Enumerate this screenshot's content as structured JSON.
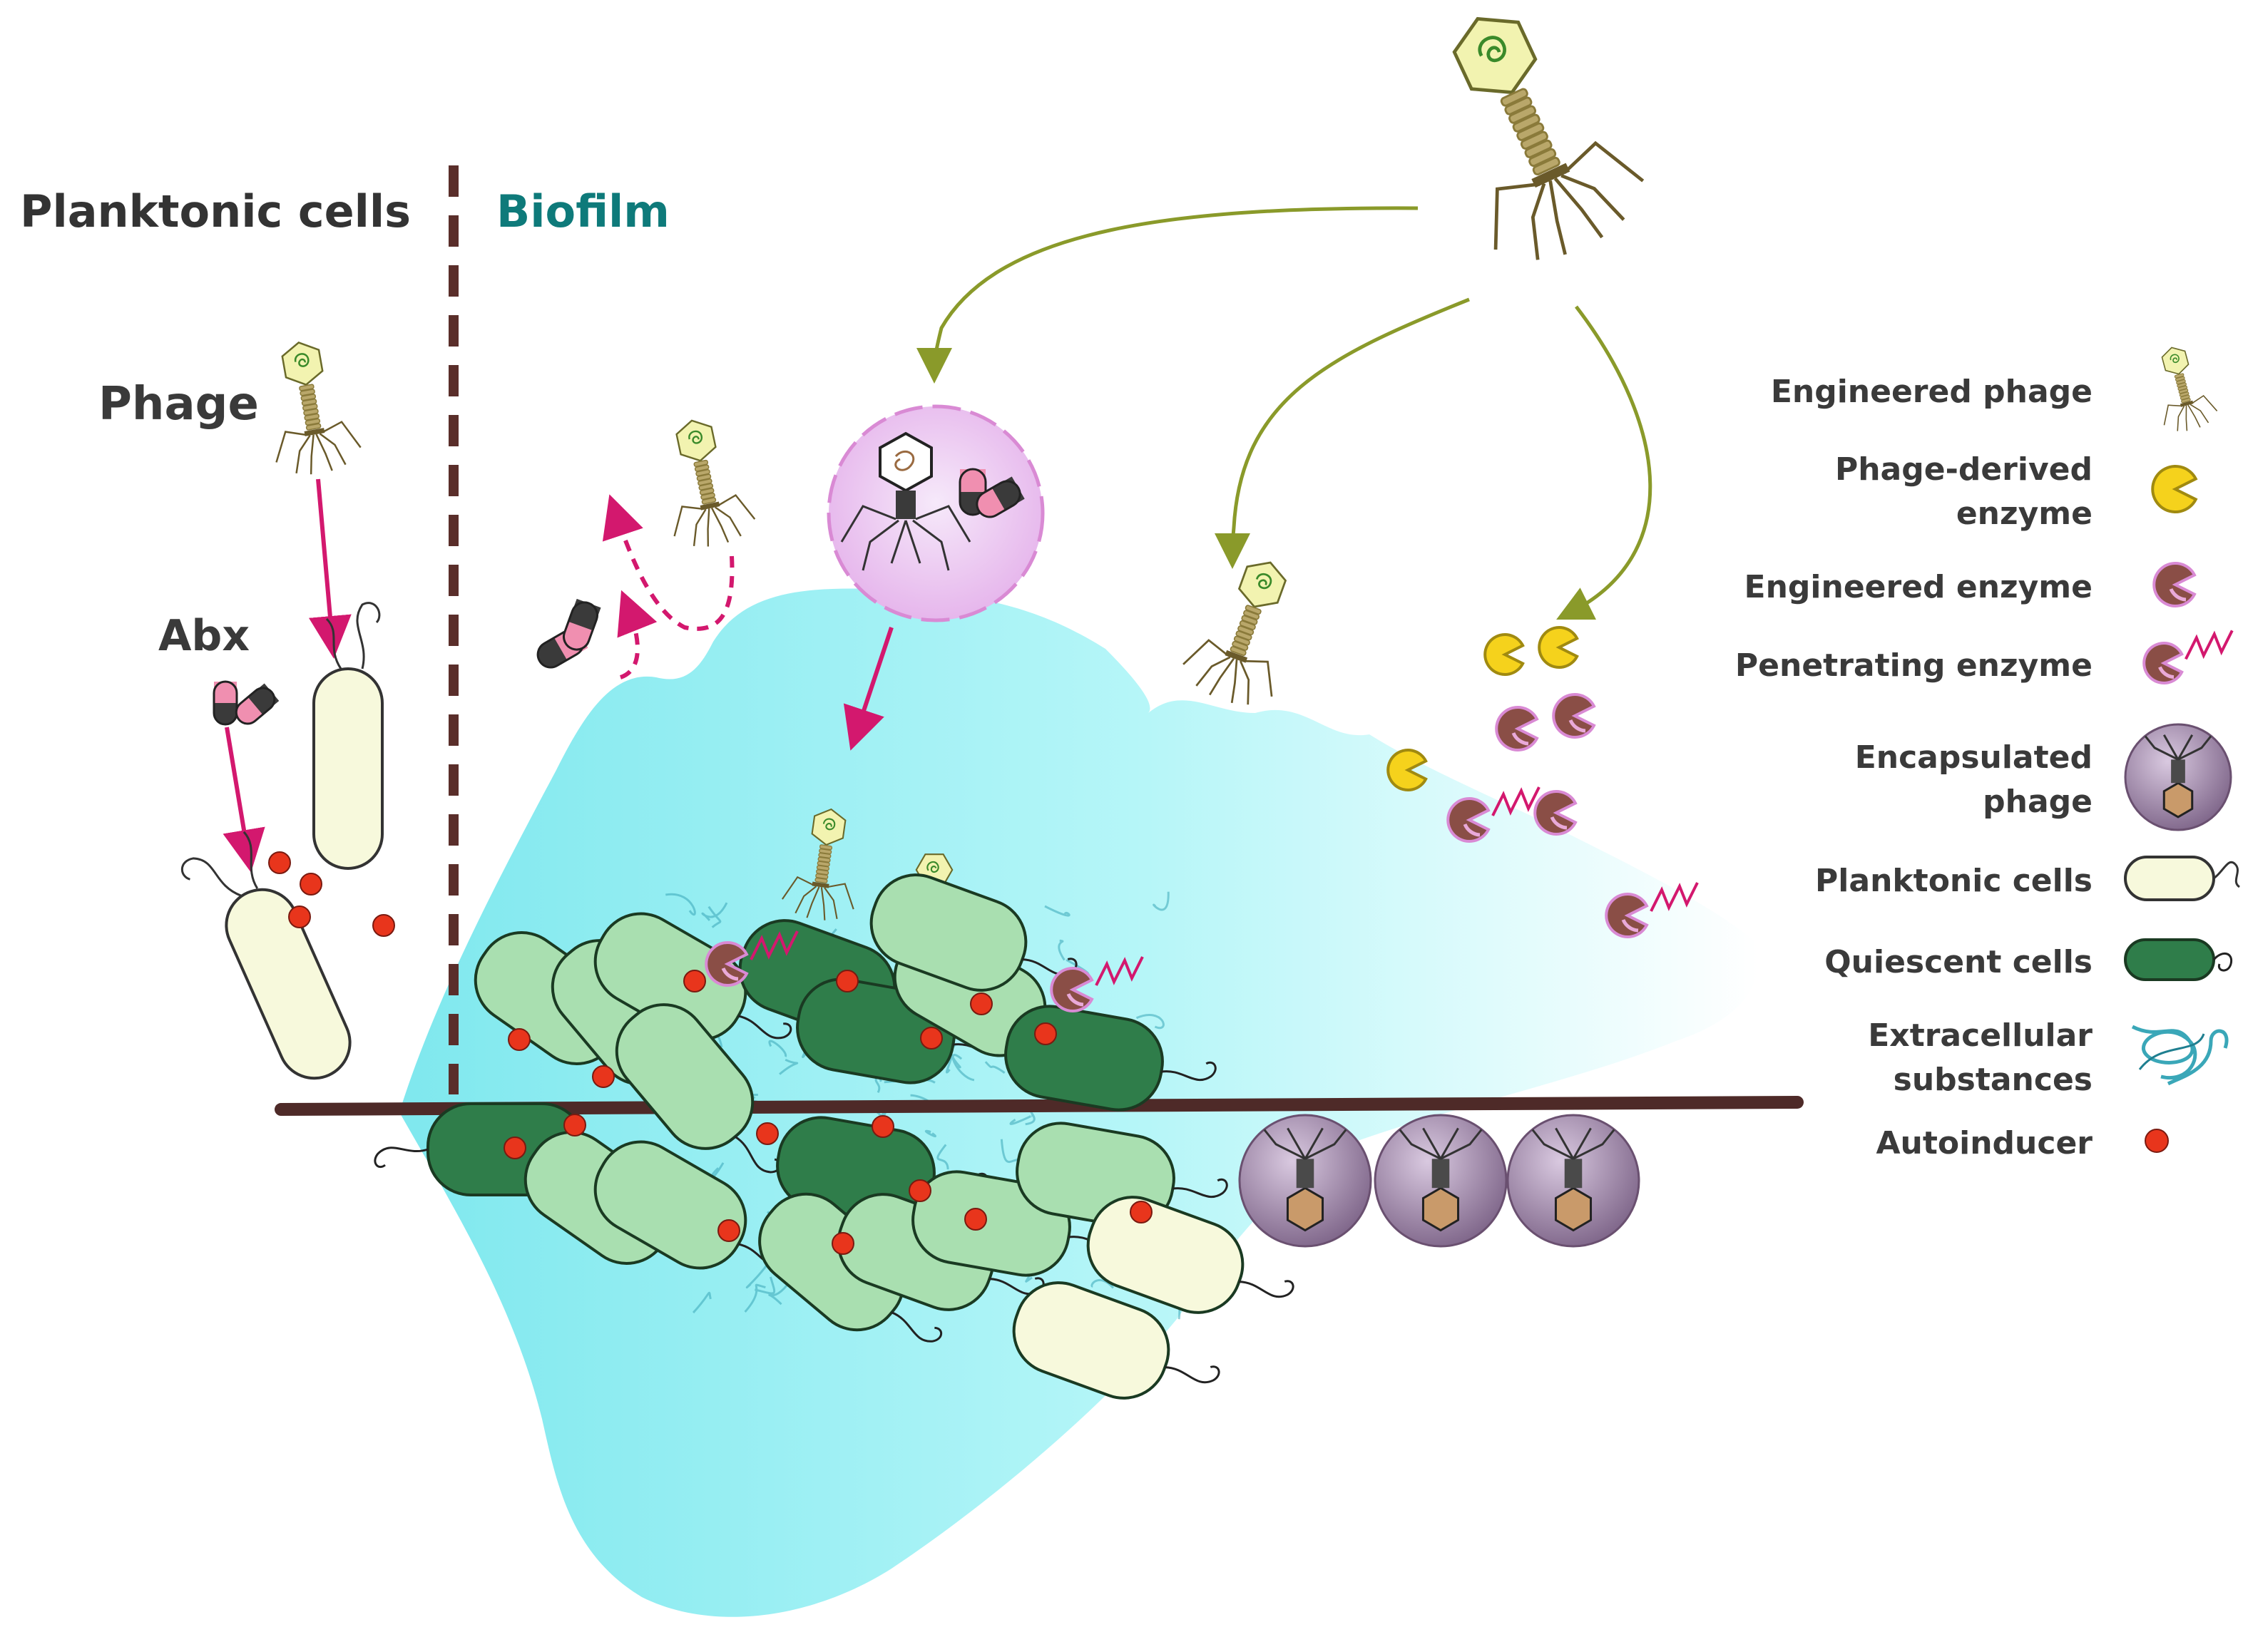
{
  "labels": {
    "planktonic_header": "Planktonic cells",
    "biofilm_header": "Biofilm",
    "phage": "Phage",
    "abx": "Abx"
  },
  "legend": [
    {
      "id": "engineered-phage",
      "lines": [
        "Engineered phage"
      ],
      "icon": "engineered-phage-icon"
    },
    {
      "id": "phage-derived-enzyme",
      "lines": [
        "Phage-derived",
        "enzyme"
      ],
      "icon": "phage-derived-enzyme-icon"
    },
    {
      "id": "engineered-enzyme",
      "lines": [
        "Engineered enzyme"
      ],
      "icon": "engineered-enzyme-icon"
    },
    {
      "id": "penetrating-enzyme",
      "lines": [
        "Penetrating enzyme"
      ],
      "icon": "penetrating-enzyme-icon"
    },
    {
      "id": "encapsulated-phage",
      "lines": [
        "Encapsulated",
        "phage"
      ],
      "icon": "encapsulated-phage-icon"
    },
    {
      "id": "planktonic-cells",
      "lines": [
        "Planktonic cells"
      ],
      "icon": "planktonic-cell-icon"
    },
    {
      "id": "quiescent-cells",
      "lines": [
        "Quiescent cells"
      ],
      "icon": "quiescent-cell-icon"
    },
    {
      "id": "extracellular-substances",
      "lines": [
        "Extracellular",
        "substances"
      ],
      "icon": "extracellular-substances-icon"
    },
    {
      "id": "autoinducer",
      "lines": [
        "Autoinducer"
      ],
      "icon": "autoinducer-icon"
    }
  ],
  "colors": {
    "header_planktonic": "#333333",
    "header_biofilm": "#0e7a7a",
    "text_dark": "#3a3a3a",
    "divider": "#5a2e2a",
    "surface": "#4e2a28",
    "arrow_magenta": "#d3186e",
    "arrow_olive": "#8a9a2a",
    "biofilm_fill": "#a8f2f4",
    "planktonic_cell_fill": "#f7f9dc",
    "biofilm_cell_fill": "#a9dfb0",
    "quiescent_cell_fill": "#2f7d4a",
    "autoinducer": "#e8351c",
    "phage_head": "#f2f3b0",
    "phage_body": "#8a7a3a",
    "enzyme_yellow": "#f5d21c",
    "enzyme_brown": "#8a4e46",
    "enzyme_pink": "#e9a9d9",
    "capsule_purple": "#8a7090",
    "pill_pink": "#f08fb0",
    "pill_dark": "#3a3a3a"
  }
}
